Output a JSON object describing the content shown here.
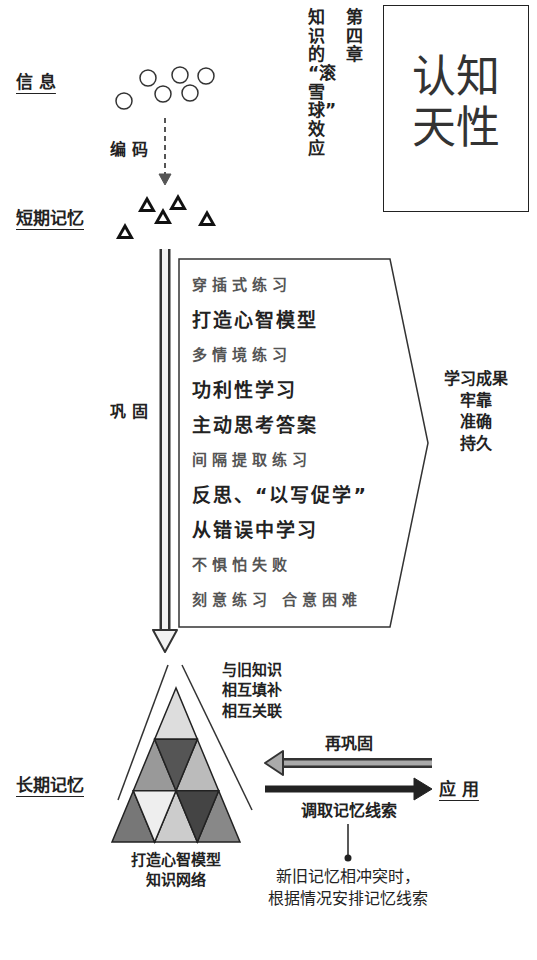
{
  "diagram": {
    "nodes": [
      {
        "text": [
          "信 息"
        ]
      },
      {
        "text": [
          "短期记忆"
        ]
      },
      {
        "text": [
          "第四章",
          "知识的“滚雪球”效应",
          "认知天性"
        ]
      },
      {
        "text": [
          "穿插式练习",
          "打造心智模型",
          "多情境练习",
          "功利性学习",
          "主动思考答案",
          "间隔提取练习",
          "反思、“以写促学”",
          "从错误中学习",
          "不惧怕失败",
          "刻意练习 合意困难"
        ]
      },
      {
        "text": [
          "长期记忆",
          "打造心智模型 知识网络"
        ]
      },
      {
        "text": [
          "应 用"
        ]
      }
    ],
    "edges": [
      {
        "from": 0,
        "to": 1,
        "label": "编 码",
        "arrow": "to"
      },
      {
        "from": 1,
        "to": 4,
        "label": "巩 固",
        "arrow": "to"
      },
      {
        "from": 5,
        "to": 4,
        "label": "再巩固",
        "arrow": "to"
      },
      {
        "from": 4,
        "to": 5,
        "label": "调取记忆线索",
        "arrow": "to"
      }
    ],
    "labels": [
      "学习成果 牢靠 准确 持久",
      "与旧知识 相互填补 相互关联",
      "新旧记忆相冲突时， 根据情况安排记忆线索"
    ]
  }
}
